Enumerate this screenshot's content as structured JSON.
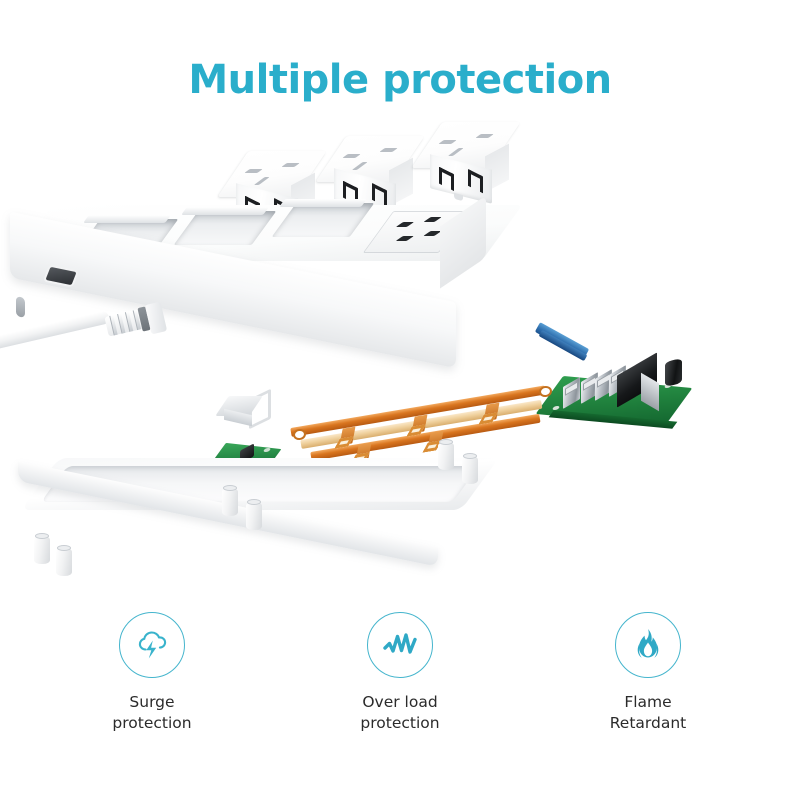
{
  "page": {
    "title": "Multiple protection",
    "background_color": "#ffffff",
    "accent_color": "#2aaecb",
    "icon_color": "#39b3cc",
    "label_color": "#2b2b2b"
  },
  "product": {
    "name": "power-strip-exploded-view",
    "parts": [
      {
        "id": "socket-module-1",
        "label": "socket module"
      },
      {
        "id": "socket-module-2",
        "label": "socket module"
      },
      {
        "id": "socket-module-3",
        "label": "socket module"
      },
      {
        "id": "top-shell",
        "label": "top housing"
      },
      {
        "id": "power-cable",
        "label": "power cable"
      },
      {
        "id": "blue-bracket",
        "label": "blue bracket"
      },
      {
        "id": "circuit-board",
        "label": "usb circuit board"
      },
      {
        "id": "copper-busbars",
        "label": "copper busbars"
      },
      {
        "id": "switch-clip",
        "label": "switch clip"
      },
      {
        "id": "button-board",
        "label": "button board"
      },
      {
        "id": "bottom-tray",
        "label": "bottom housing"
      }
    ]
  },
  "features": [
    {
      "icon": "surge-cloud-bolt-icon",
      "label": "Surge\nprotection"
    },
    {
      "icon": "overload-waveform-icon",
      "label": "Over load\nprotection"
    },
    {
      "icon": "flame-icon",
      "label": "Flame\nRetardant"
    }
  ]
}
